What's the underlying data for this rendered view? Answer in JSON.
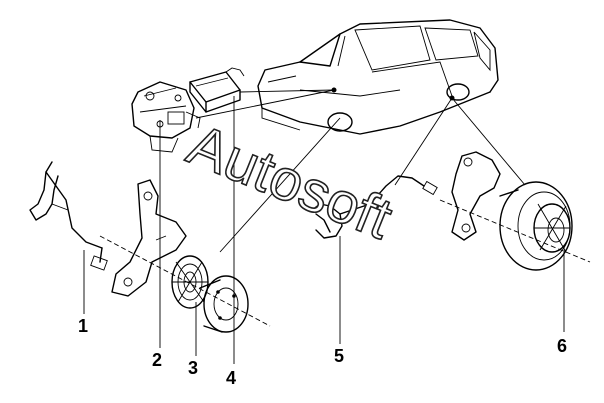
{
  "callouts": [
    {
      "id": "1",
      "label": "1"
    },
    {
      "id": "2",
      "label": "2"
    },
    {
      "id": "3",
      "label": "3"
    },
    {
      "id": "4",
      "label": "4"
    },
    {
      "id": "5",
      "label": "5"
    },
    {
      "id": "6",
      "label": "6"
    }
  ],
  "watermark": {
    "text": "Autosoft"
  }
}
